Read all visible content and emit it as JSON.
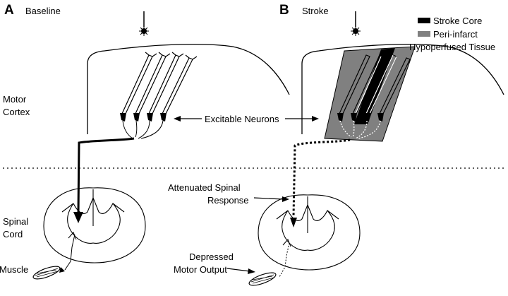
{
  "panels": {
    "a": {
      "letter": "A",
      "title": "Baseline"
    },
    "b": {
      "letter": "B",
      "title": "Stroke"
    }
  },
  "labels": {
    "motor_cortex_1": "Motor",
    "motor_cortex_2": "Cortex",
    "excitable_neurons": "Excitable Neurons",
    "spinal_cord_1": "Spinal",
    "spinal_cord_2": "Cord",
    "muscle": "Muscle",
    "attenuated_1": "Attenuated Spinal",
    "attenuated_2": "Response",
    "depressed_1": "Depressed",
    "depressed_2": "Motor Output"
  },
  "legend": [
    {
      "label": "Stroke Core",
      "color": "#000000"
    },
    {
      "label": "Peri-infarct",
      "color": "#808080"
    },
    {
      "label": "Hypoperfused Tissue",
      "color": null
    }
  ],
  "colors": {
    "ink": "#000000",
    "peri_infarct": "#808080",
    "background": "#ffffff"
  }
}
